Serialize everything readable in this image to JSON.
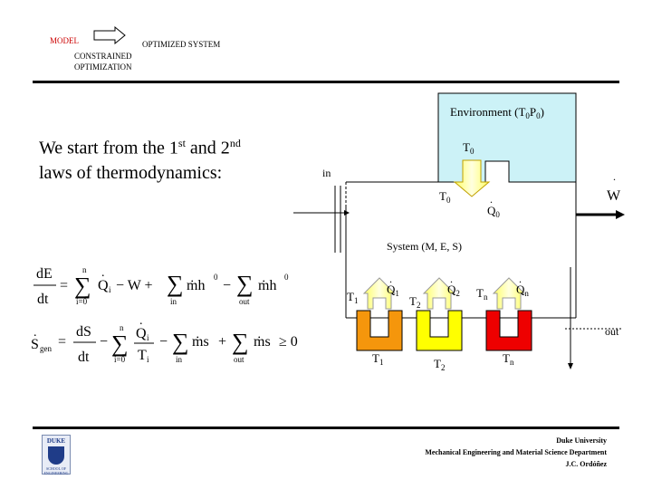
{
  "header": {
    "model": "MODEL",
    "optimized_system": "OPTIMIZED SYSTEM",
    "constrained_line1": "CONSTRAINED",
    "constrained_line2": "OPTIMIZATION"
  },
  "headline": {
    "p1": "We start from the 1",
    "sup1": "st",
    "p2": " and 2",
    "sup2": "nd",
    "p3": " laws of thermodynamics:"
  },
  "equations": {
    "dE": "dE",
    "dt": "dt",
    "n": "n",
    "i0": "i=0",
    "Q": "Q",
    "i": "i",
    "minusW": "− W +",
    "mh0": "ṁh",
    "zero": "0",
    "minus": "−",
    "in": "in",
    "out": "out",
    "S": "S",
    "gen": "gen",
    "dS": "dS",
    "T": "T",
    "ms": "ṁs",
    "plus": "+",
    "geq0": "≥ 0"
  },
  "diagram": {
    "environment": "Environment (T",
    "env_sub0": "0",
    "env_p": "P",
    "env_close": ")",
    "T": "T",
    "Q": "Q",
    "W": "W",
    "in_label": "in",
    "out_label": "out",
    "system": "System (M, E, S)",
    "sub0": "0",
    "sub1": "1",
    "sub2": "2",
    "subn": "n",
    "dot": "."
  },
  "footer": {
    "line1": "Duke University",
    "line2": "Mechanical Engineering and Material Science Department",
    "line3": "J.C. Ordóñez",
    "logo": "DUKE",
    "logo_sub": "SCHOOL OF ENGINEERING"
  },
  "colors": {
    "header_red": "#cc0000",
    "environment_fill": "#ccf2f7",
    "reservoir_1": "#f5960c",
    "reservoir_2": "#ffff00",
    "reservoir_n": "#ee0000",
    "arrow_fill": "#ffff99"
  }
}
